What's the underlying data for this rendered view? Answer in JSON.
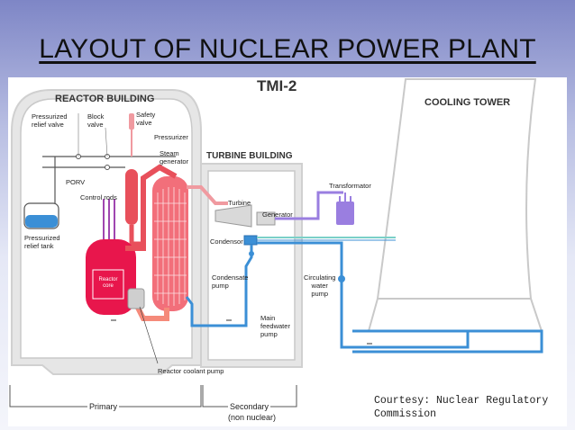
{
  "title": "LAYOUT OF NUCLEAR POWER PLANT",
  "diagram": {
    "plant_name": "TMI-2",
    "reactor_building": "REACTOR BUILDING",
    "turbine_building": "TURBINE BUILDING",
    "cooling_tower": "COOLING TOWER",
    "labels": {
      "pressurized_relief_valve": "Pressurized\nrelief valve",
      "block_valve": "Block\nvalve",
      "safety_valve": "Safety\nvalve",
      "pressurizer": "Pressurizer",
      "steam_generator": "Steam\ngenerator",
      "porv": "PORV",
      "control_rods": "Control rods",
      "pressurized_relief_tank": "Pressurized\nrelief tank",
      "reactor_core": "Reactor\ncore",
      "turbine": "Turbine",
      "generator": "Generator",
      "condensor": "Condensor",
      "transformator": "Transformator",
      "condensate_pump": "Condensate\npump",
      "circulating_water_pump": "Circulating\nwater\npump",
      "main_feedwater_pump": "Main\nfeedwater\npump",
      "reactor_coolant_pump": "Reactor coolant pump"
    },
    "bottom": {
      "primary": "Primary",
      "secondary": "Secondary",
      "non_nuclear": "(non nuclear)"
    },
    "courtesy": "Courtesy: Nuclear Regulatory\nCommission"
  },
  "colors": {
    "hot_loop": "#e8505b",
    "cold_loop": "#3b8fd6",
    "steam": "#f09aa0",
    "transformer_line": "#9a7ee0",
    "building_wall": "#d6d6d6"
  }
}
